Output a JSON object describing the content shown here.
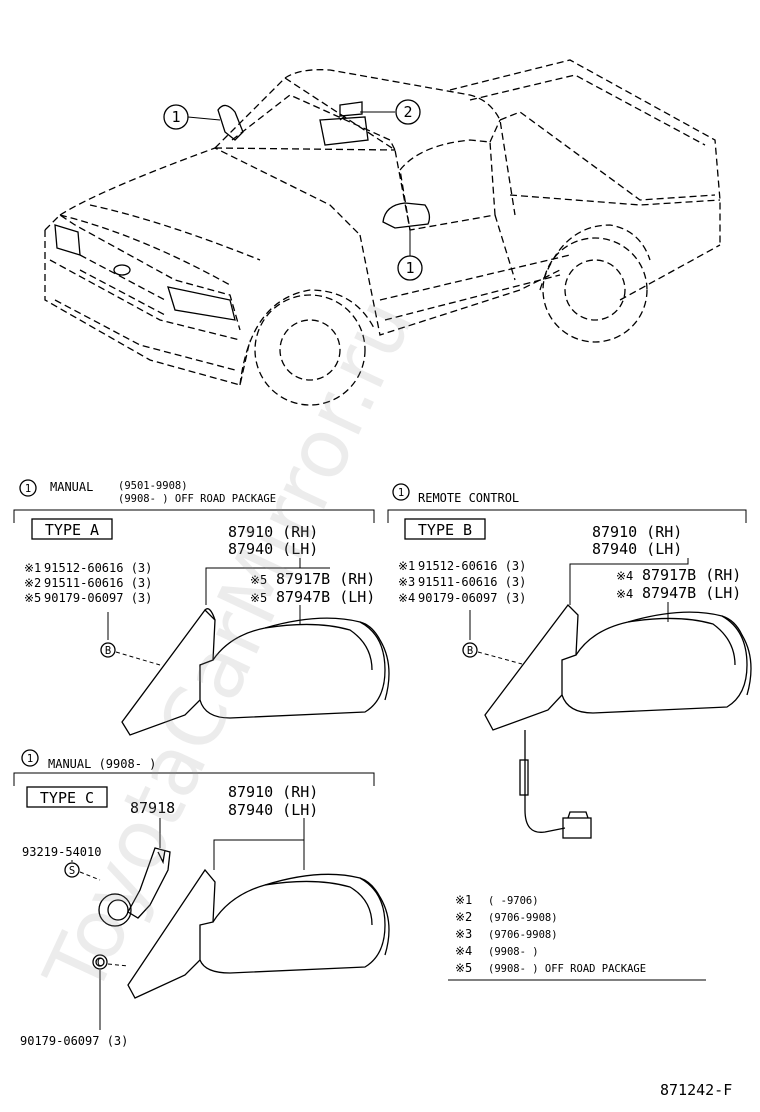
{
  "watermark": "ToyotaCarMirror.ru",
  "callouts": {
    "c1": "1",
    "c2": "2"
  },
  "section_a": {
    "header_num": "1",
    "header_label": "MANUAL",
    "header_date1": "(9501-9908)",
    "header_date2": "(9908-      ) OFF ROAD PACKAGE",
    "type_label": "TYPE  A",
    "mirror_rh": "87910 (RH)",
    "mirror_lh": "87940 (LH)",
    "glass_rh_mark": "※5",
    "glass_rh": "87917B (RH)",
    "glass_lh_mark": "※5",
    "glass_lh": "87947B (LH)",
    "parts": [
      {
        "mark": "※1",
        "num": "91512-60616 (3)"
      },
      {
        "mark": "※2",
        "num": "91511-60616 (3)"
      },
      {
        "mark": "※5",
        "num": "90179-06097 (3)"
      }
    ],
    "ref_b": "B"
  },
  "section_b": {
    "header_num": "1",
    "header_label": "REMOTE CONTROL",
    "type_label": "TYPE  B",
    "mirror_rh": "87910 (RH)",
    "mirror_lh": "87940 (LH)",
    "glass_rh_mark": "※4",
    "glass_rh": "87917B (RH)",
    "glass_lh_mark": "※4",
    "glass_lh": "87947B (LH)",
    "parts": [
      {
        "mark": "※1",
        "num": "91512-60616 (3)"
      },
      {
        "mark": "※3",
        "num": "91511-60616 (3)"
      },
      {
        "mark": "※4",
        "num": "90179-06097 (3)"
      }
    ],
    "ref_b": "B"
  },
  "section_c": {
    "header_num": "1",
    "header_label": "MANUAL (9908-     )",
    "type_label": "TYPE  C",
    "knob": "87918",
    "mirror_rh": "87910 (RH)",
    "mirror_lh": "87940 (LH)",
    "screw": "93219-54010",
    "nut": "90179-06097 (3)",
    "ref_s": "S",
    "ref_c": "C"
  },
  "legend": [
    {
      "mark": "※1",
      "text": "(      -9706)"
    },
    {
      "mark": "※2",
      "text": "(9706-9908)"
    },
    {
      "mark": "※3",
      "text": "(9706-9908)"
    },
    {
      "mark": "※4",
      "text": "(9908-      )"
    },
    {
      "mark": "※5",
      "text": "(9908-      ) OFF ROAD PACKAGE"
    }
  ],
  "figure_code": "871242-F"
}
